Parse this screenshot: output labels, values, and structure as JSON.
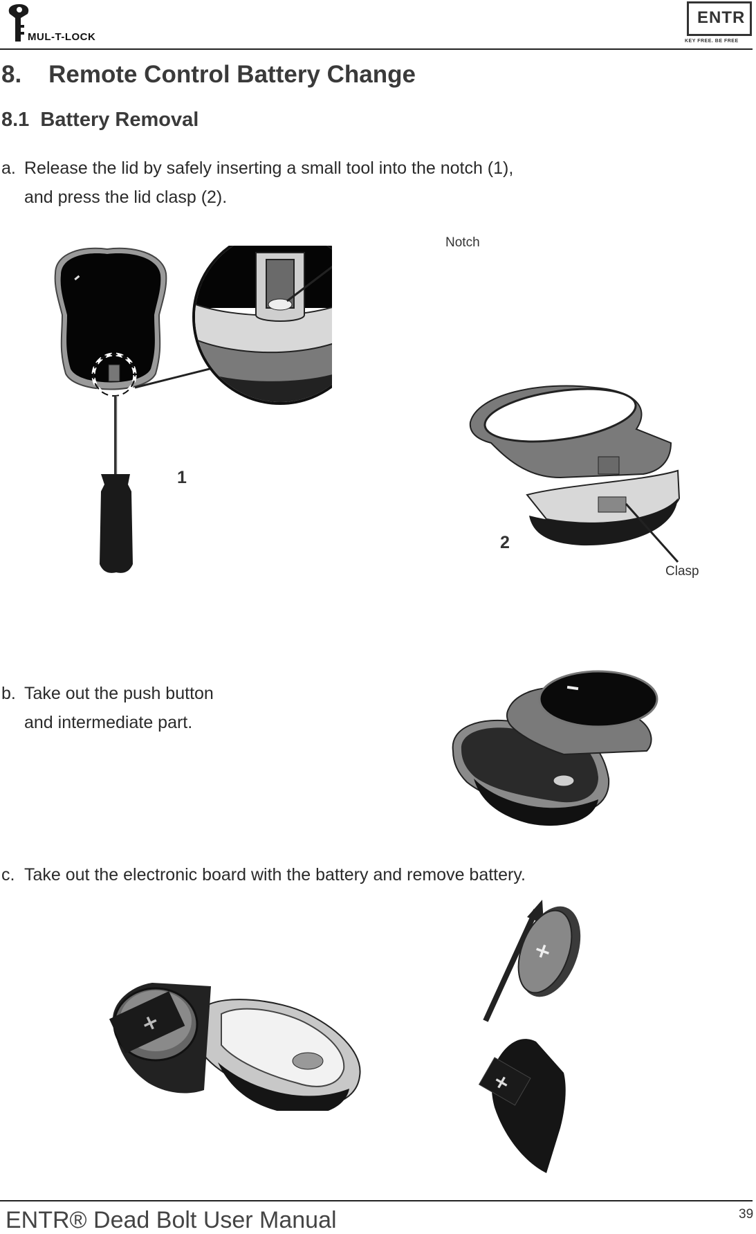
{
  "header": {
    "brand_logo_text": "MUL-T-LOCK",
    "product_logo_text": "ENTR",
    "product_tagline": "KEY FREE. BE FREE"
  },
  "section": {
    "title": "8.    Remote Control Battery Change",
    "subtitle": "8.1  Battery Removal"
  },
  "steps": [
    {
      "label": "a.",
      "line1": "Release the lid by safely inserting a small tool into the notch (1),",
      "line2": "and press the lid clasp (2)."
    },
    {
      "label": "b.",
      "line1": "Take out the push button",
      "line2": "and intermediate part."
    },
    {
      "label": "c.",
      "line1": "Take out the electronic board with the battery and remove battery.",
      "line2": ""
    }
  ],
  "figure_a": {
    "callout_notch": "Notch",
    "callout_clasp": "Clasp",
    "marker_1": "1",
    "marker_2": "2"
  },
  "footer": {
    "title": "ENTR® Dead Bolt User Manual",
    "page_number": "39"
  }
}
